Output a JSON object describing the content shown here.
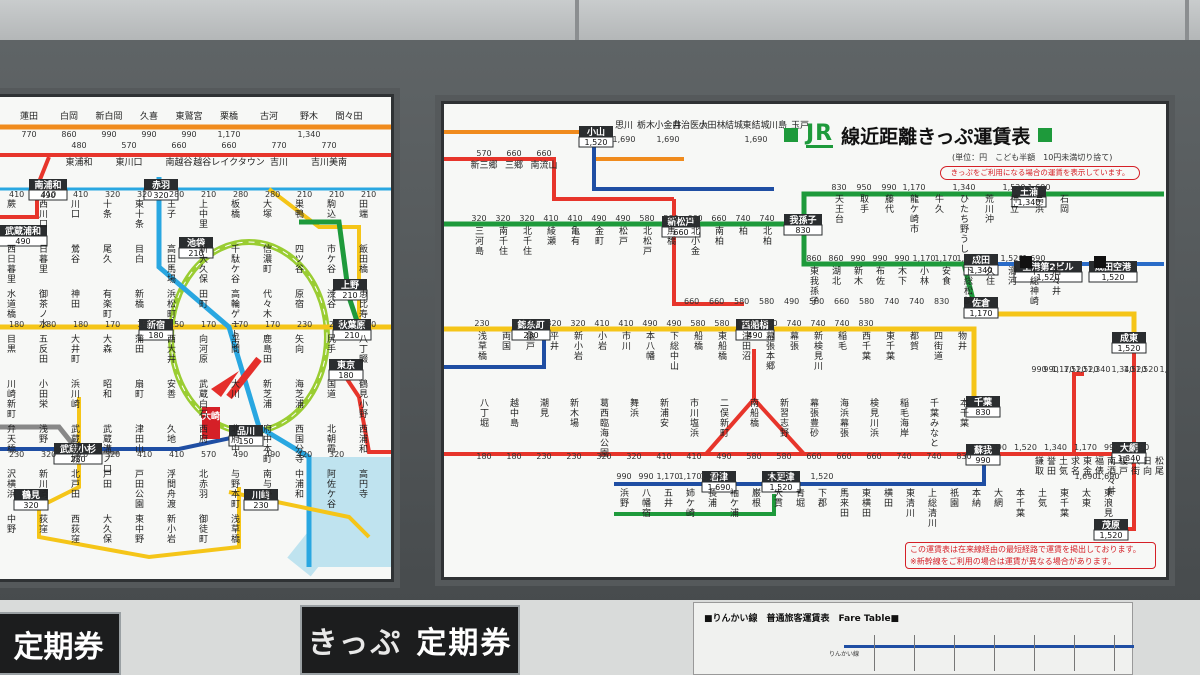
{
  "title": {
    "brand": "JR",
    "text": "線近距離きっぷ運賃表"
  },
  "unit_note": "(単位：円　こども半額　10円未満切り捨て)",
  "top_note": "きっぷをご利用になる場合の運賃を表示しています。",
  "bottom_note_1": "この運賃表は在来線経由の最短経路で運賃を掲出しております。",
  "bottom_note_2": "※新幹線をご利用の場合は運賃が異なる場合があります。",
  "current_station": "大崎",
  "signs": {
    "left": "定期券",
    "mid_1": "きっぷ",
    "mid_2": "定期券"
  },
  "rinkai": {
    "header": "■りんかい線　普通旅客運賃表　Fare Table■",
    "sub": "りんかい線"
  },
  "colors": {
    "chuo": "#f08b1d",
    "yamanote": "#9acd32",
    "keihin": "#29a7e1",
    "sobu": "#f5c518",
    "yokosuka": "#1f4ea3",
    "joban": "#1e9a3b",
    "tokaido": "#e7352b",
    "narita": "#2a6cc8"
  },
  "left_map": {
    "top_row": [
      {
        "name": "蓮田",
        "fare": "770"
      },
      {
        "name": "白岡",
        "fare": "860"
      },
      {
        "name": "新白岡",
        "fare": "990"
      },
      {
        "name": "久喜",
        "fare": "990"
      },
      {
        "name": "東鷲宮",
        "fare": "990"
      },
      {
        "name": "栗橋",
        "fare": "1,170"
      },
      {
        "name": "古河",
        "fare": ""
      },
      {
        "name": "野木",
        "fare": "1,340"
      },
      {
        "name": "間々田",
        "fare": ""
      }
    ],
    "row2": [
      {
        "name": "東浦和",
        "fare": "480"
      },
      {
        "name": "東川口",
        "fare": "570"
      },
      {
        "name": "南越谷",
        "fare": "660"
      },
      {
        "name": "越谷レイクタウン",
        "fare": "660"
      },
      {
        "name": "吉川",
        "fare": "770"
      },
      {
        "name": "吉川美南",
        "fare": "770"
      }
    ],
    "boxes": [
      {
        "name": "南浦和",
        "fare": "490"
      },
      {
        "name": "赤羽",
        "fare": "320"
      },
      {
        "name": "池袋",
        "fare": "210"
      },
      {
        "name": "上野",
        "fare": "210"
      },
      {
        "name": "秋葉原",
        "fare": "210"
      },
      {
        "name": "新宿",
        "fare": "180"
      },
      {
        "name": "東京",
        "fare": "180"
      },
      {
        "name": "品川",
        "fare": "150"
      },
      {
        "name": "武蔵小杉",
        "fare": "230"
      },
      {
        "name": "川崎",
        "fare": "230"
      },
      {
        "name": "鶴見",
        "fare": "320"
      },
      {
        "name": "武蔵浦和",
        "fare": "490"
      }
    ],
    "stations": [
      "蕨",
      "西川口",
      "川口",
      "十条",
      "東十条",
      "王子",
      "上中里",
      "板橋",
      "大塚",
      "巣鴨",
      "駒込",
      "田端",
      "西日暮里",
      "日暮里",
      "鶯谷",
      "尾久",
      "目白",
      "高田馬場",
      "新大久保",
      "千駄ケ谷",
      "信濃町",
      "四ツ谷",
      "市ケ谷",
      "飯田橋",
      "水道橋",
      "御茶ノ水",
      "神田",
      "有楽町",
      "新橋",
      "浜松町",
      "田町",
      "高輪ゲートウェイ",
      "代々木",
      "原宿",
      "渋谷",
      "恵比寿",
      "目黒",
      "五反田",
      "大井町",
      "大森",
      "蒲田",
      "西大井",
      "向河原",
      "平間",
      "鹿島田",
      "矢向",
      "尻手",
      "八丁畷",
      "川崎新町",
      "小田栄",
      "浜川崎",
      "昭和",
      "扇町",
      "安善",
      "武蔵白石",
      "大川",
      "新芝浦",
      "海芝浦",
      "国道",
      "鶴見小野",
      "弁天橋",
      "浅野",
      "武蔵新城",
      "武蔵溝ノ口",
      "津田山",
      "久地",
      "西府",
      "北府中",
      "府中本町",
      "西国分寺",
      "北朝霞",
      "西浦和",
      "沢横浜",
      "新川崎",
      "北戸田",
      "戸田",
      "戸田公園",
      "浮間舟渡",
      "北赤羽",
      "与野本町",
      "南与野",
      "中浦和",
      "阿佐ケ谷",
      "高円寺",
      "中野",
      "荻窪",
      "西荻窪",
      "大久保",
      "東中野",
      "新小岩",
      "御徒町",
      "浅草橋"
    ],
    "fares": [
      "410",
      "410",
      "410",
      "320",
      "320",
      "280",
      "210",
      "280",
      "280",
      "210",
      "210",
      "210",
      "180",
      "180",
      "180",
      "170",
      "150",
      "150",
      "170",
      "170",
      "170",
      "230",
      "230",
      "230",
      "230",
      "320",
      "320",
      "320",
      "410",
      "410",
      "570",
      "490",
      "490",
      "420",
      "320"
    ]
  },
  "right_map": {
    "boxes": [
      {
        "name": "小山",
        "fare": "1,520"
      },
      {
        "name": "新松戸",
        "fare": "660"
      },
      {
        "name": "我孫子",
        "fare": "830"
      },
      {
        "name": "土浦",
        "fare": "1,340"
      },
      {
        "name": "成田",
        "fare": "1,340"
      },
      {
        "name": "空港第2ビル",
        "fare": "1,520"
      },
      {
        "name": "成田空港",
        "fare": "1,520"
      },
      {
        "name": "錦糸町",
        "fare": "230"
      },
      {
        "name": "西船橋",
        "fare": "490"
      },
      {
        "name": "佐倉",
        "fare": "1,170"
      },
      {
        "name": "千葉",
        "fare": "830"
      },
      {
        "name": "成東",
        "fare": "1,520"
      },
      {
        "name": "蘇我",
        "fare": "990"
      },
      {
        "name": "大網",
        "fare": "1,340"
      },
      {
        "name": "君津",
        "fare": "1,690"
      },
      {
        "name": "木更津",
        "fare": "1,520"
      },
      {
        "name": "茂原",
        "fare": "1,520"
      }
    ],
    "row_utsunomiya": [
      {
        "name": "思川",
        "fare": "1,690"
      },
      {
        "name": "栃木",
        "fare": ""
      },
      {
        "name": "小金井",
        "fare": "1,690"
      },
      {
        "name": "自治医大",
        "fare": ""
      },
      {
        "name": "小田林",
        "fare": ""
      },
      {
        "name": "結城",
        "fare": ""
      },
      {
        "name": "東結城",
        "fare": "1,690"
      },
      {
        "name": "川島",
        "fare": ""
      },
      {
        "name": "玉戸",
        "fare": ""
      }
    ],
    "row_musashino": [
      {
        "name": "新三郷",
        "fare": "570"
      },
      {
        "name": "三郷",
        "fare": "660"
      },
      {
        "name": "南流山",
        "fare": "660"
      }
    ],
    "row_joban": [
      {
        "name": "三河島",
        "fare": "320"
      },
      {
        "name": "南千住",
        "fare": "320"
      },
      {
        "name": "北千住",
        "fare": "320"
      },
      {
        "name": "綾瀬",
        "fare": "410"
      },
      {
        "name": "亀有",
        "fare": "410"
      },
      {
        "name": "金町",
        "fare": "490"
      },
      {
        "name": "松戸",
        "fare": "490"
      },
      {
        "name": "北松戸",
        "fare": "580"
      },
      {
        "name": "馬橋",
        "fare": "580"
      },
      {
        "name": "北小金",
        "fare": "660"
      },
      {
        "name": "南柏",
        "fare": "660"
      },
      {
        "name": "柏",
        "fare": "740"
      },
      {
        "name": "北柏",
        "fare": "740"
      }
    ],
    "row_jobanup": [
      {
        "name": "天王台",
        "fare": "830"
      },
      {
        "name": "取手",
        "fare": "950"
      },
      {
        "name": "藤代",
        "fare": "990"
      },
      {
        "name": "龍ケ崎市",
        "fare": "1,170"
      },
      {
        "name": "牛久",
        "fare": ""
      },
      {
        "name": "ひたち野うしく",
        "fare": "1,340"
      },
      {
        "name": "荒川沖",
        "fare": ""
      },
      {
        "name": "神立",
        "fare": "1,520"
      },
      {
        "name": "高浜",
        "fare": "1,690"
      },
      {
        "name": "石岡",
        "fare": ""
      }
    ],
    "row_narita": [
      {
        "name": "東我孫子",
        "fare": "860"
      },
      {
        "name": "湖北",
        "fare": "860"
      },
      {
        "name": "新木",
        "fare": "990"
      },
      {
        "name": "布佐",
        "fare": "990"
      },
      {
        "name": "木下",
        "fare": "990"
      },
      {
        "name": "小林",
        "fare": "1,170"
      },
      {
        "name": "安食",
        "fare": "1,170"
      },
      {
        "name": "下総松崎",
        "fare": "1,340"
      },
      {
        "name": "久住",
        "fare": ""
      },
      {
        "name": "滑河",
        "fare": "1,520"
      },
      {
        "name": "下総神崎",
        "fare": "1,690"
      },
      {
        "name": "酒々井",
        "fare": ""
      }
    ],
    "row_sobu": [
      {
        "name": "浅草橋",
        "fare": "230"
      },
      {
        "name": "両国",
        "fare": ""
      },
      {
        "name": "亀戸",
        "fare": "320"
      },
      {
        "name": "平井",
        "fare": "320"
      },
      {
        "name": "新小岩",
        "fare": "320"
      },
      {
        "name": "小岩",
        "fare": "410"
      },
      {
        "name": "市川",
        "fare": "410"
      },
      {
        "name": "本八幡",
        "fare": "490"
      },
      {
        "name": "下総中山",
        "fare": "490"
      },
      {
        "name": "船橋",
        "fare": "580"
      },
      {
        "name": "東船橋",
        "fare": "580"
      },
      {
        "name": "津田沼",
        "fare": "660"
      },
      {
        "name": "幕張本郷",
        "fare": "660"
      },
      {
        "name": "幕張",
        "fare": "740"
      },
      {
        "name": "新検見川",
        "fare": "740"
      },
      {
        "name": "稲毛",
        "fare": "740"
      },
      {
        "name": "西千葉",
        "fare": "830"
      },
      {
        "name": "東千葉",
        "fare": ""
      },
      {
        "name": "都賀",
        "fare": ""
      },
      {
        "name": "四街道",
        "fare": ""
      },
      {
        "name": "物井",
        "fare": ""
      }
    ],
    "row_bay": [
      {
        "name": "八丁堀",
        "fare": "180"
      },
      {
        "name": "越中島",
        "fare": "180"
      },
      {
        "name": "潮見",
        "fare": "230"
      },
      {
        "name": "新木場",
        "fare": "230"
      },
      {
        "name": "葛西臨海公園",
        "fare": "320"
      },
      {
        "name": "舞浜",
        "fare": "320"
      },
      {
        "name": "新浦安",
        "fare": "410"
      },
      {
        "name": "市川塩浜",
        "fare": "410"
      },
      {
        "name": "二俣新町",
        "fare": "490"
      },
      {
        "name": "南船橋",
        "fare": "580"
      },
      {
        "name": "新習志野",
        "fare": "580"
      },
      {
        "name": "幕張豊砂",
        "fare": "660"
      },
      {
        "name": "海浜幕張",
        "fare": "660"
      },
      {
        "name": "検見川浜",
        "fare": "660"
      },
      {
        "name": "稲毛海岸",
        "fare": "740"
      },
      {
        "name": "千葉みなと",
        "fare": "740"
      },
      {
        "name": "本千葉",
        "fare": "830"
      }
    ],
    "row_sotobo": [
      {
        "name": "鎌取",
        "fare": "990"
      },
      {
        "name": "誉田",
        "fare": "990"
      },
      {
        "name": "土気",
        "fare": "1,170"
      },
      {
        "name": "求名",
        "fare": "1,520"
      },
      {
        "name": "東金",
        "fare": "1,520"
      },
      {
        "name": "福俵",
        "fare": "1,340"
      },
      {
        "name": "南酒々井",
        "fare": ""
      },
      {
        "name": "榎戸",
        "fare": "1,340"
      },
      {
        "name": "八街",
        "fare": "1,520"
      },
      {
        "name": "日向",
        "fare": "1,520"
      },
      {
        "name": "松尾",
        "fare": ""
      },
      {
        "name": "横芝",
        "fare": "1,690"
      },
      {
        "name": "飯倉",
        "fare": ""
      },
      {
        "name": "永田",
        "fare": "1,340"
      },
      {
        "name": "本納",
        "fare": ""
      },
      {
        "name": "新茂原",
        "fare": "1,340"
      },
      {
        "name": "上総一ノ宮",
        "fare": "1,690"
      },
      {
        "name": "八積",
        "fare": "1,520"
      },
      {
        "name": "誉田",
        "fare": ""
      }
    ],
    "row_uchibo": [
      {
        "name": "浜野",
        "fare": "990"
      },
      {
        "name": "八幡宿",
        "fare": "990"
      },
      {
        "name": "五井",
        "fare": "1,170"
      },
      {
        "name": "姉ケ崎",
        "fare": "1,170"
      },
      {
        "name": "長浦",
        "fare": "1,340"
      },
      {
        "name": "袖ケ浦",
        "fare": ""
      },
      {
        "name": "巌根",
        "fare": ""
      },
      {
        "name": "大貫",
        "fare": "1,690"
      },
      {
        "name": "青堀",
        "fare": ""
      },
      {
        "name": "下郡",
        "fare": "1,520"
      },
      {
        "name": "馬来田",
        "fare": ""
      },
      {
        "name": "東横田",
        "fare": ""
      },
      {
        "name": "横田",
        "fare": ""
      },
      {
        "name": "東清川",
        "fare": ""
      },
      {
        "name": "上総清川",
        "fare": ""
      },
      {
        "name": "祇園",
        "fare": ""
      },
      {
        "name": "本納",
        "fare": ""
      },
      {
        "name": "大網",
        "fare": ""
      },
      {
        "name": "本千葉",
        "fare": ""
      },
      {
        "name": "土気",
        "fare": ""
      },
      {
        "name": "東千葉",
        "fare": ""
      },
      {
        "name": "太東",
        "fare": "1,690"
      },
      {
        "name": "東浪見",
        "fare": "1,690"
      }
    ],
    "fares_extra": [
      "660",
      "660",
      "580",
      "580",
      "490",
      "580",
      "660",
      "580",
      "740",
      "740",
      "830"
    ],
    "keiyo_fares": [
      "1,690",
      "1,520",
      "1,340",
      "1,170",
      "990",
      "990"
    ]
  }
}
